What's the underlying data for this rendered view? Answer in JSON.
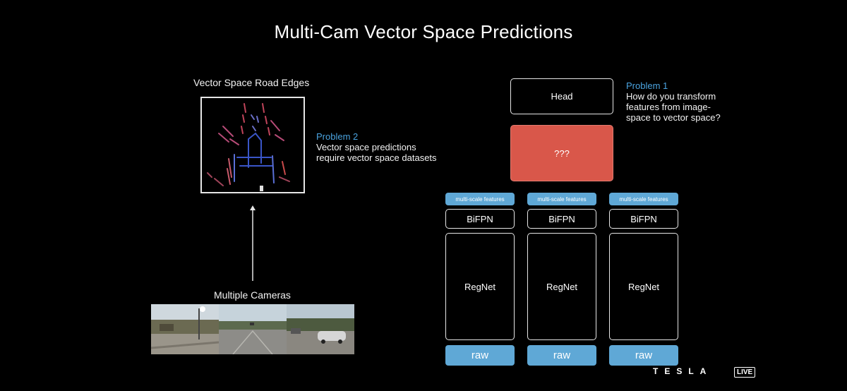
{
  "title": "Multi-Cam Vector Space Predictions",
  "left": {
    "viz_caption": "Vector Space Road Edges",
    "problem2": {
      "heading": "Problem 2",
      "line1": "Vector space predictions",
      "line2": "require vector space datasets"
    },
    "cameras_caption": "Multiple Cameras"
  },
  "right": {
    "head_label": "Head",
    "unknown_label": "???",
    "problem1": {
      "heading": "Problem 1",
      "line1": "How do you transform",
      "line2": "features from image-",
      "line3": "space to vector space?"
    },
    "columns": [
      {
        "features": "multi-scale features",
        "bifpn": "BiFPN",
        "regnet": "RegNet",
        "raw": "raw"
      },
      {
        "features": "multi-scale features",
        "bifpn": "BiFPN",
        "regnet": "RegNet",
        "raw": "raw"
      },
      {
        "features": "multi-scale features",
        "bifpn": "BiFPN",
        "regnet": "RegNet",
        "raw": "raw"
      }
    ]
  },
  "branding": {
    "wordmark": "TESLA",
    "badge": "LIVE"
  },
  "colors": {
    "accent_blue": "#5fa8d6",
    "problem_blue": "#4aa3df",
    "unknown_red": "#d9574a"
  }
}
